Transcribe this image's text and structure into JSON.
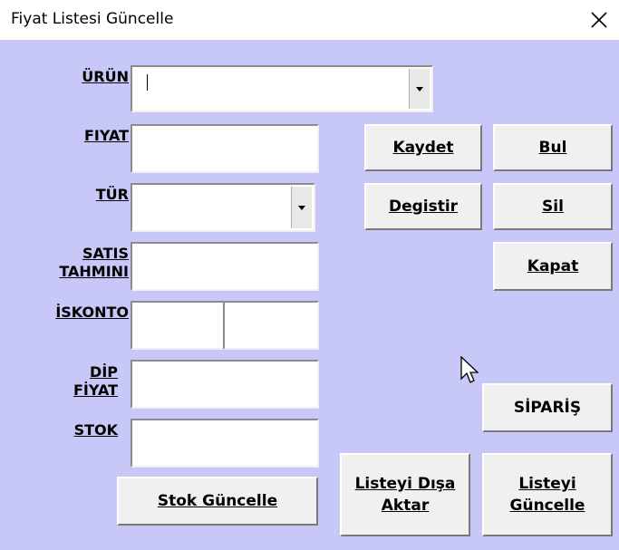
{
  "window": {
    "title": "Fiyat Listesi Güncelle"
  },
  "labels": {
    "urun": "ÜRÜN",
    "fiyat": "FIYAT",
    "tur": "TÜR",
    "satis_tahmini": "SATIS\nTAHMINI",
    "iskonto": "İSKONTO",
    "dip_fiyat": "DİP\nFİYAT",
    "stok": "STOK"
  },
  "fields": {
    "urun_value": "",
    "fiyat_value": "",
    "tur_value": "",
    "satis_tahmini_value": "",
    "iskonto_value_1": "",
    "iskonto_value_2": "",
    "dip_fiyat_value": "",
    "stok_value": ""
  },
  "buttons": {
    "kaydet": "Kaydet",
    "bul": "Bul",
    "degistir": "Degistir",
    "sil": "Sil",
    "kapat": "Kapat",
    "siparis": "SİPARİŞ",
    "stok_guncelle": "Stok Güncelle",
    "listeyi_disa_aktar": "Listeyi Dışa\nAktar",
    "listeyi_guncelle": "Listeyi\nGüncelle"
  },
  "icons": {
    "close": "close-icon",
    "dropdown": "chevron-down-icon",
    "cursor": "mouse-pointer-icon"
  }
}
